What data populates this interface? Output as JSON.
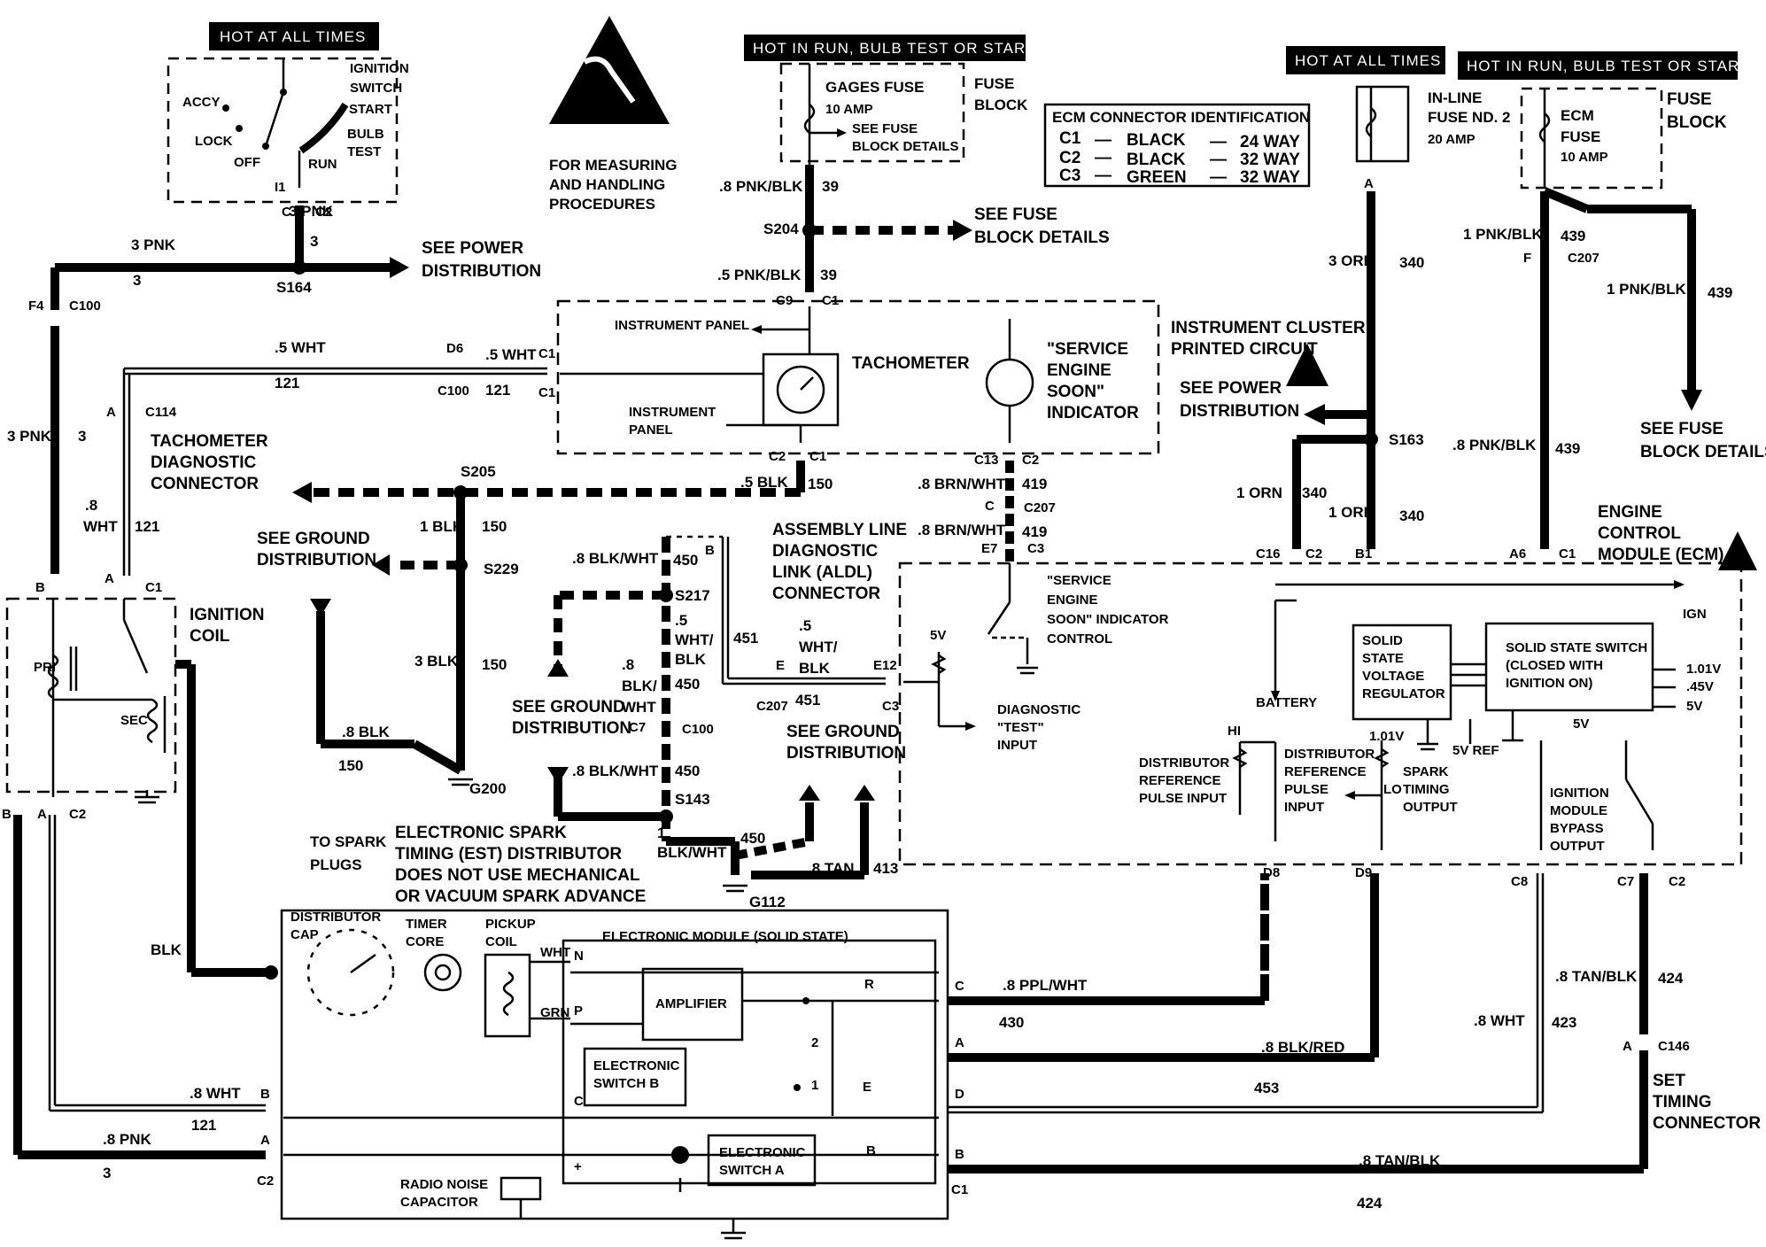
{
  "hot_labels": {
    "hot_always_left": "HOT AT ALL TIMES",
    "hot_run_center": "HOT IN RUN, BULB TEST OR START",
    "hot_always_right": "HOT AT ALL TIMES",
    "hot_run_right": "HOT IN RUN, BULB TEST OR START"
  },
  "esd_note": [
    "FOR MEASURING",
    "AND HANDLING",
    "PROCEDURES"
  ],
  "ignition_switch": {
    "title": [
      "IGNITION",
      "SWITCH"
    ],
    "positions": [
      "ACCY",
      "LOCK",
      "OFF",
      "RUN",
      "START",
      "BULB",
      "TEST"
    ],
    "terminal": "I1"
  },
  "gages_fuse": {
    "name": "GAGES FUSE",
    "rating": "10 AMP",
    "note": [
      "SEE FUSE",
      "BLOCK DETAILS"
    ],
    "block": [
      "FUSE",
      "BLOCK"
    ]
  },
  "ecm_connector": {
    "title": "ECM CONNECTOR IDENTIFICATION",
    "rows": [
      {
        "id": "C1",
        "color": "BLACK",
        "type": "24 WAY"
      },
      {
        "id": "C2",
        "color": "BLACK",
        "type": "32 WAY"
      },
      {
        "id": "C3",
        "color": "GREEN",
        "type": "32 WAY"
      }
    ]
  },
  "inline_fuse": {
    "name": [
      "IN-LINE",
      "FUSE ND. 2"
    ],
    "rating": "20 AMP"
  },
  "ecm_fuse": {
    "name": [
      "ECM",
      "FUSE"
    ],
    "rating": "10 AMP",
    "block": [
      "FUSE",
      "BLOCK"
    ]
  },
  "refs": {
    "see_power_dist": [
      "SEE POWER",
      "DISTRIBUTION"
    ],
    "see_fuse_block": [
      "SEE FUSE",
      "BLOCK DETAILS"
    ],
    "see_ground": [
      "SEE GROUND",
      "DISTRIBUTION"
    ]
  },
  "instrument": {
    "panel": "INSTRUMENT PANEL",
    "panel2": [
      "INSTRUMENT",
      "PANEL"
    ],
    "tach": "TACHOMETER",
    "ses": [
      "\"SERVICE",
      "ENGINE",
      "SOON\"",
      "INDICATOR"
    ],
    "cluster": [
      "INSTRUMENT CLUSTER",
      "PRINTED CIRCUIT"
    ]
  },
  "tach_diag": [
    "TACHOMETER",
    "DIAGNOSTIC",
    "CONNECTOR"
  ],
  "ignition_coil": {
    "title": [
      "IGNITION",
      "COIL"
    ],
    "pri": "PRI",
    "sec": "SEC"
  },
  "aldl": [
    "ASSEMBLY LINE",
    "DIAGNOSTIC",
    "LINK (ALDL)",
    "CONNECTOR"
  ],
  "ecm": {
    "title": [
      "ENGINE",
      "CONTROL",
      "MODULE (ECM)"
    ],
    "ses_control": [
      "\"SERVICE",
      "ENGINE",
      "SOON\" INDICATOR",
      "CONTROL"
    ],
    "five_v": "5V",
    "diag_input": [
      "DIAGNOSTIC",
      "\"TEST\"",
      "INPUT"
    ],
    "battery": "BATTERY",
    "regulator": [
      "SOLID",
      "STATE",
      "VOLTAGE",
      "REGULATOR"
    ],
    "switch": [
      "SOLID STATE SWITCH",
      "(CLOSED WITH",
      "IGNITION ON)"
    ],
    "ign": "IGN",
    "volts": [
      "1.01V",
      ".45V",
      "5V"
    ],
    "reg_v": "1.01V",
    "five_v_ref": "5V REF",
    "hi": "HI",
    "lo": "LO",
    "dist_ref_input": [
      "DISTRIBUTOR",
      "REFERENCE",
      "PULSE INPUT"
    ],
    "dist_ref_input2": [
      "DISTRIBUTOR",
      "REFERENCE",
      "PULSE",
      "INPUT"
    ],
    "spark_timing": [
      "SPARK",
      "TIMING",
      "OUTPUT"
    ],
    "bypass": [
      "IGNITION",
      "MODULE",
      "BYPASS",
      "OUTPUT"
    ]
  },
  "distributor": {
    "title": [
      "ELECTRONIC SPARK",
      "TIMING (EST) DISTRIBUTOR",
      "DOES NOT USE MECHANICAL",
      "OR VACUUM SPARK ADVANCE"
    ],
    "to_plugs": [
      "TO SPARK",
      "PLUGS"
    ],
    "cap": [
      "DISTRIBUTOR",
      "CAP"
    ],
    "timer": [
      "TIMER",
      "CORE"
    ],
    "pickup": [
      "PICKUP",
      "COIL"
    ],
    "module": "ELECTRONIC MODULE (SOLID STATE)",
    "amplifier": "AMPLIFIER",
    "switch_b": [
      "ELECTRONIC",
      "SWITCH B"
    ],
    "switch_a": [
      "ELECTRONIC",
      "SWITCH A"
    ],
    "radio": [
      "RADIO NOISE",
      "CAPACITOR"
    ],
    "wht": "WHT",
    "grn": "GRN"
  },
  "set_timing": [
    "SET",
    "TIMING",
    "CONNECTOR"
  ],
  "wires": [
    {
      "text": "3 PNK"
    },
    {
      "text": "3"
    },
    {
      "text": ".5 WHT"
    },
    {
      "text": "121"
    },
    {
      "text": ".8 PNK/BLK"
    },
    {
      "text": "39"
    },
    {
      "text": ".5 PNK/BLK"
    },
    {
      "text": ".5 BLK"
    },
    {
      "text": "150"
    },
    {
      "text": "1 BLK"
    },
    {
      "text": "3 BLK"
    },
    {
      "text": ".8 BLK"
    },
    {
      "text": ".8 BLK/WHT"
    },
    {
      "text": "450"
    },
    {
      "text": "451"
    },
    {
      "text": ".8 BRN/WHT"
    },
    {
      "text": "419"
    },
    {
      "text": "3 ORN"
    },
    {
      "text": "340"
    },
    {
      "text": "1 ORN"
    },
    {
      "text": "1 PNK/BLK"
    },
    {
      "text": "439"
    },
    {
      "text": ".8 PNK/BLK"
    },
    {
      "text": ".8 TAN"
    },
    {
      "text": "413"
    },
    {
      "text": ".8 PPL/WHT"
    },
    {
      "text": "430"
    },
    {
      "text": ".8 BLK/RED"
    },
    {
      "text": "453"
    },
    {
      "text": ".8 TAN/BLK"
    },
    {
      "text": "424"
    },
    {
      "text": ".8 WHT"
    },
    {
      "text": "423"
    },
    {
      "text": ".8 PNK"
    },
    {
      "text": "BLK"
    }
  ],
  "splices": [
    "S164",
    "S204",
    "S205",
    "S229",
    "S217",
    "S143",
    "S163",
    "G200",
    "G112"
  ]
}
